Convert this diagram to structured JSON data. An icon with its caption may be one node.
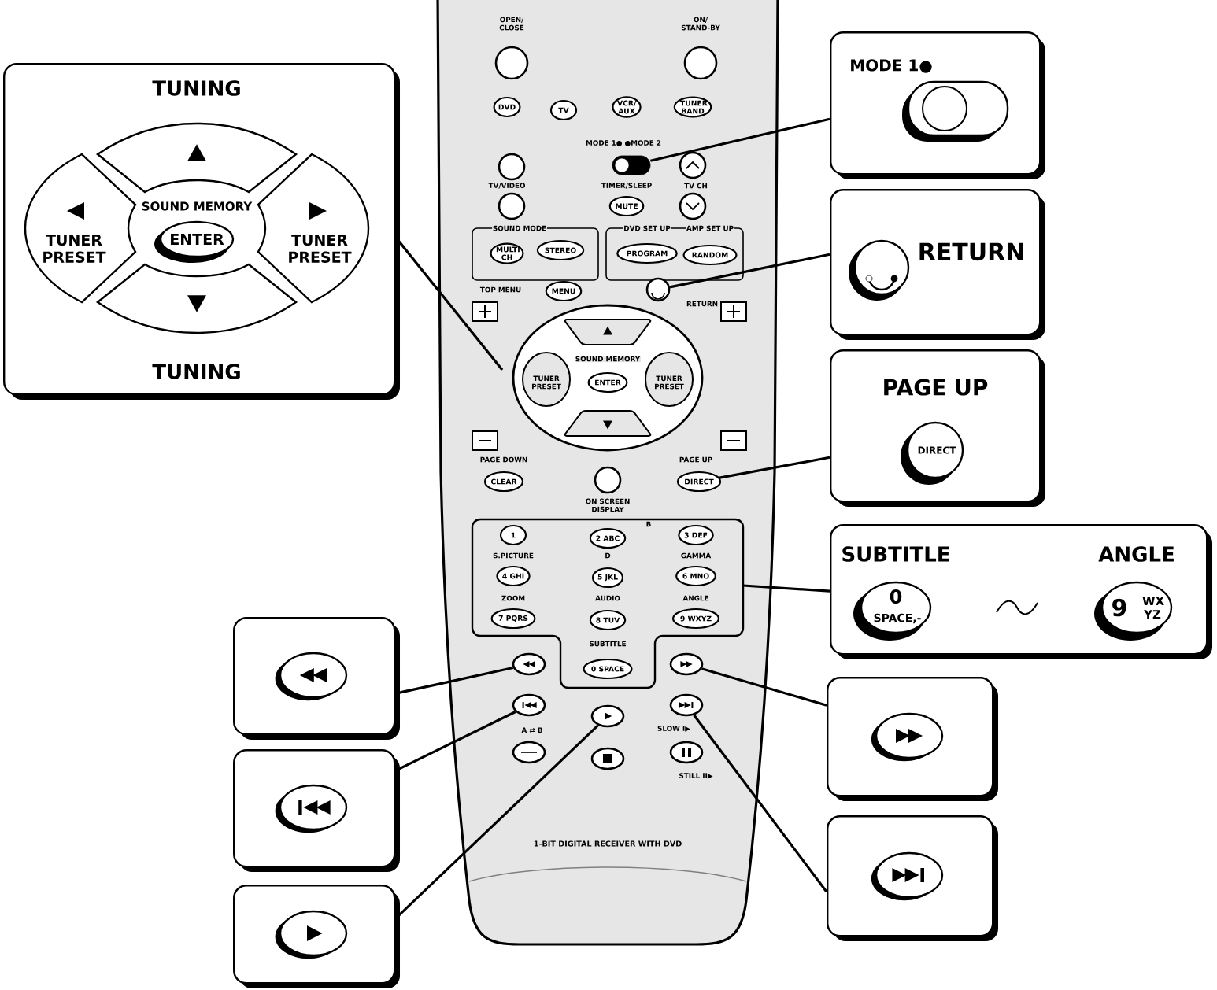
{
  "diagram": {
    "nodes": [
      {
        "text": [
          "TUNING",
          "SOUND MEMORY",
          "TUNER PRESET",
          "ENTER",
          "TUNER PRESET",
          "TUNING"
        ]
      },
      {
        "text": [
          "MODE 1●"
        ]
      },
      {
        "text": [
          "RETURN"
        ]
      },
      {
        "text": [
          "PAGE UP",
          "DIRECT"
        ]
      },
      {
        "text": [
          "SUBTITLE",
          "0",
          "SPACE,-",
          "ANGLE",
          "9",
          "WX YZ"
        ]
      },
      {
        "text": [],
        "shape": "box"
      },
      {
        "text": [],
        "shape": "box"
      },
      {
        "text": [],
        "shape": "box"
      },
      {
        "text": [],
        "shape": "box"
      },
      {
        "text": [],
        "shape": "box"
      },
      {
        "text": [],
        "shape": "switch"
      },
      {
        "text": [],
        "shape": "button"
      },
      {
        "text": [],
        "shape": "button"
      },
      {
        "text": [],
        "shape": "button"
      },
      {
        "text": [],
        "shape": "button"
      },
      {
        "text": [],
        "shape": "button"
      },
      {
        "text": [],
        "shape": "button"
      },
      {
        "text": [
          "DVD"
        ]
      },
      {
        "text": [
          "TV"
        ]
      },
      {
        "text": [
          "VCR/ AUX"
        ]
      },
      {
        "text": [
          "TUNER BAND"
        ]
      },
      {
        "text": [
          "MUTE"
        ]
      },
      {
        "text": [
          "MULTI CH"
        ]
      },
      {
        "text": [
          "STEREO"
        ]
      },
      {
        "text": [
          "PROGRAM"
        ]
      },
      {
        "text": [
          "RANDOM"
        ]
      },
      {
        "text": [
          "MENU"
        ]
      },
      {
        "text": [
          "ENTER"
        ]
      },
      {
        "text": [
          "CLEAR"
        ]
      },
      {
        "text": [
          "DIRECT"
        ]
      },
      {
        "text": [
          "1"
        ]
      },
      {
        "text": [
          "2 ABC"
        ]
      },
      {
        "text": [
          "3 DEF"
        ]
      },
      {
        "text": [
          "4 GHI"
        ]
      },
      {
        "text": [
          "5 JKL"
        ]
      },
      {
        "text": [
          "6 MNO"
        ]
      },
      {
        "text": [
          "7 PQRS"
        ]
      },
      {
        "text": [
          "8 TUV"
        ]
      },
      {
        "text": [
          "9 WXYZ"
        ]
      },
      {
        "text": [
          "0 SPACE"
        ]
      }
    ],
    "edges": [
      {
        "from": 0,
        "to": null,
        "arrow": "none"
      },
      {
        "from": 1,
        "to": 10,
        "arrow": "none"
      },
      {
        "from": 2,
        "to": 11,
        "arrow": "none"
      },
      {
        "from": 3,
        "to": 29,
        "arrow": "none"
      },
      {
        "from": 4,
        "to": null,
        "arrow": "none"
      },
      {
        "from": 5,
        "to": 12,
        "arrow": "none"
      },
      {
        "from": 6,
        "to": 13,
        "arrow": "none"
      },
      {
        "from": 7,
        "to": 14,
        "arrow": "none"
      },
      {
        "from": 8,
        "to": 16,
        "arrow": "none"
      },
      {
        "from": 9,
        "to": 15,
        "arrow": "none"
      }
    ],
    "labels": [
      "OPEN/ CLOSE",
      "ON/ STAND-BY",
      "MODE 1● ●MODE 2",
      "TV/VIDEO",
      "TIMER/SLEEP",
      "TV CH",
      "SOUND MODE",
      "DVD SET UP",
      "AMP SET UP",
      "TOP MENU",
      "RETURN",
      "SOUND MEMORY",
      "TUNER PRESET",
      "TUNER PRESET",
      "PAGE DOWN",
      "PAGE UP",
      "ON SCREEN DISPLAY",
      "B",
      "S.PICTURE",
      "D",
      "GAMMA",
      "ZOOM",
      "AUDIO",
      "ANGLE",
      "SUBTITLE",
      "A ⇄ B",
      "SLOW I▶",
      "STILL II▶",
      "1-BIT DIGITAL RECEIVER WITH DVD"
    ]
  }
}
